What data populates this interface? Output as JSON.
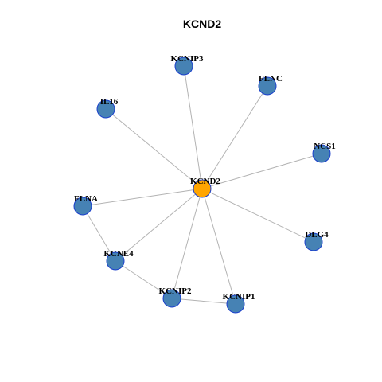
{
  "title": "KCND2",
  "colors": {
    "center_fill": "#FFA500",
    "neighbor_fill": "#4682B4",
    "node_border": "#1A3FCC",
    "edge": "#B3B3B3"
  },
  "nodes": [
    {
      "id": "KCND2",
      "label": "KCND2",
      "role": "center"
    },
    {
      "id": "KCNIP3",
      "label": "KCNIP3",
      "role": "neighbor"
    },
    {
      "id": "FLNC",
      "label": "FLNC",
      "role": "neighbor"
    },
    {
      "id": "IL16",
      "label": "IL16",
      "role": "neighbor"
    },
    {
      "id": "NCS1",
      "label": "NCS1",
      "role": "neighbor"
    },
    {
      "id": "FLNA",
      "label": "FLNA",
      "role": "neighbor"
    },
    {
      "id": "DLG4",
      "label": "DLG4",
      "role": "neighbor"
    },
    {
      "id": "KCNE4",
      "label": "KCNE4",
      "role": "neighbor"
    },
    {
      "id": "KCNIP2",
      "label": "KCNIP2",
      "role": "neighbor"
    },
    {
      "id": "KCNIP1",
      "label": "KCNIP1",
      "role": "neighbor"
    }
  ],
  "edges": [
    [
      "KCND2",
      "KCNIP3"
    ],
    [
      "KCND2",
      "FLNC"
    ],
    [
      "KCND2",
      "IL16"
    ],
    [
      "KCND2",
      "NCS1"
    ],
    [
      "KCND2",
      "FLNA"
    ],
    [
      "KCND2",
      "DLG4"
    ],
    [
      "KCND2",
      "KCNE4"
    ],
    [
      "KCND2",
      "KCNIP2"
    ],
    [
      "KCND2",
      "KCNIP1"
    ],
    [
      "FLNA",
      "KCNE4"
    ],
    [
      "KCNE4",
      "KCNIP2"
    ],
    [
      "KCNIP2",
      "KCNIP1"
    ]
  ]
}
